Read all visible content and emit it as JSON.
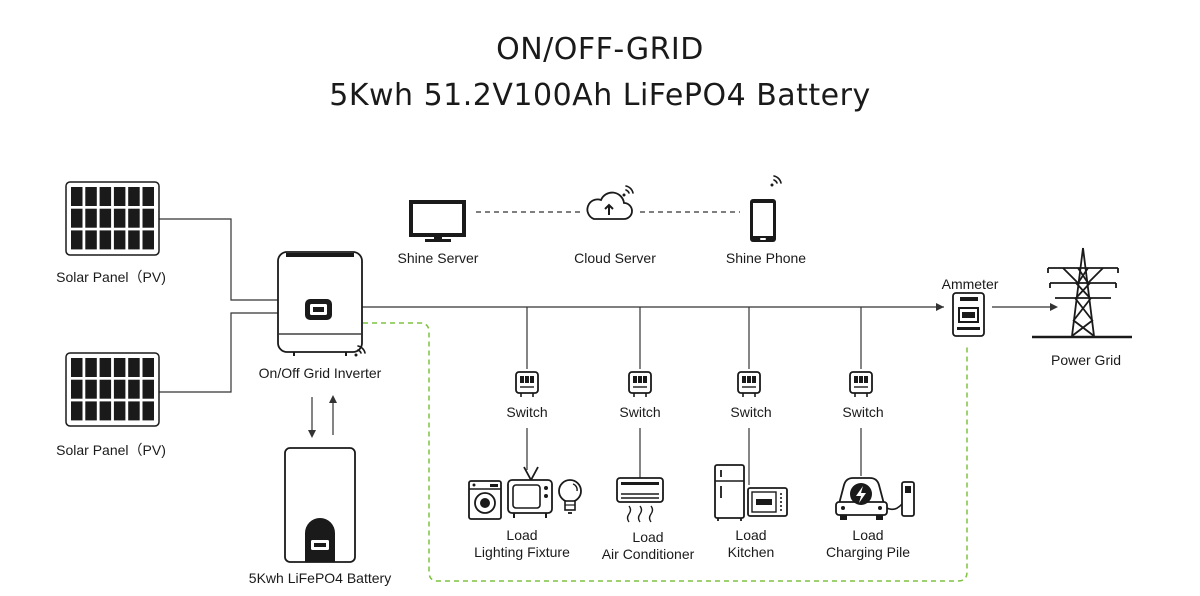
{
  "title": {
    "line1": "ON/OFF-GRID",
    "line2": "5Kwh 51.2V100Ah LiFePO4 Battery"
  },
  "labels": {
    "solar_panel_top": "Solar Panel（PV)",
    "solar_panel_bottom": "Solar Panel（PV)",
    "inverter": "On/Off Grid Inverter",
    "battery": "5Kwh LiFePO4 Battery",
    "shine_server": "Shine Server",
    "cloud_server": "Cloud Server",
    "shine_phone": "Shine Phone",
    "ammeter": "Ammeter",
    "power_grid": "Power Grid",
    "switch_1": "Switch",
    "switch_2": "Switch",
    "switch_3": "Switch",
    "switch_4": "Switch"
  },
  "loads": [
    {
      "line1": "Load",
      "line2": "Lighting Fixture"
    },
    {
      "line1": "Load",
      "line2": "Air Conditioner"
    },
    {
      "line1": "Load",
      "line2": "Kitchen"
    },
    {
      "line1": "Load",
      "line2": "Charging Pile"
    }
  ],
  "colors": {
    "line": "#333333",
    "green_dashed": "#7fc241",
    "icon": "#1a1a1a"
  }
}
